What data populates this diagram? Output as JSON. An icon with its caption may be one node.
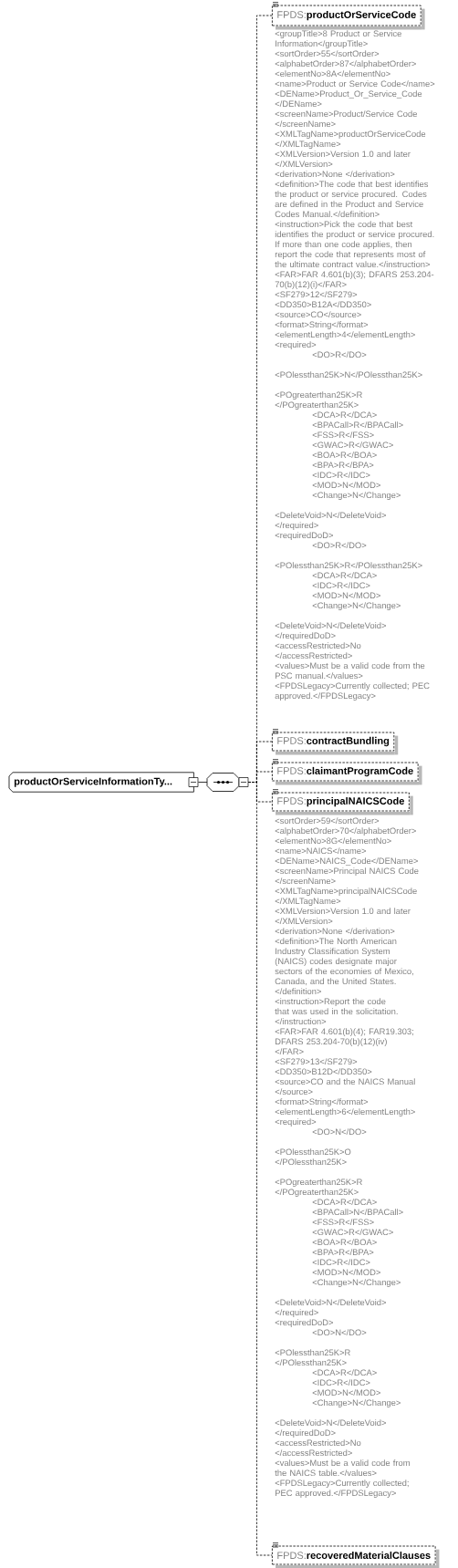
{
  "diagram": {
    "nodes": [
      {
        "text": [
          "productOrServiceInformationTy..."
        ]
      },
      {
        "text": [],
        "shape": "octagon"
      },
      {
        "text": [
          "FPDS:**productOrServiceCode**"
        ],
        "beside": [
          "<groupTitle>8 Product or Service Information</groupTitle>",
          "<sortOrder>55</sortOrder>",
          "<alphabetOrder>87</alphabetOrder>",
          "<elementNo>8A</elementNo>",
          "<name>Product or Service Code</name>",
          "<DEName>Product_Or_Service_Code</DEName>",
          "<screenName>Product/Service Code</screenName>",
          "<XMLTagName>productOrServiceCode</XMLTagName>",
          "<XMLVersion>Version 1.0 and later</XMLVersion>",
          "<derivation>None </derivation>",
          "<definition>The code that best identifies the product or service procured. Codes are defined in the Product and Service Codes Manual.</definition>",
          "<instruction>Pick the code that best identifies the product or service procured. If more than one code applies, then report the code that represents most of the ultimate contract value.</instruction>",
          "<FAR>FAR 4.601(b)(3); DFARS 253.204-70(b)(12)(i)</FAR>",
          "<SF279>12</SF279>",
          "<DD350>B12A</DD350>",
          "<source>CO</source>",
          "<format>String</format>",
          "<elementLength>4</elementLength>",
          "<required>",
          "<DO>R</DO>",
          "<POlessthan25K>N</POlessthan25K>",
          "<POgreaterthan25K>R</POgreaterthan25K>",
          "<DCA>R</DCA>",
          "<BPACall>R</BPACall>",
          "<FSS>R</FSS>",
          "<GWAC>R</GWAC>",
          "<BOA>R</BOA>",
          "<BPA>R</BPA>",
          "<IDC>R</IDC>",
          "<MOD>N</MOD>",
          "<Change>N</Change>",
          "<DeleteVoid>N</DeleteVoid>",
          "</required>",
          "<requiredDoD>",
          "<DO>R</DO>",
          "<POlessthan25K>R</POlessthan25K>",
          "<DCA>R</DCA>",
          "<IDC>R</IDC>",
          "<MOD>N</MOD>",
          "<Change>N</Change>",
          "<DeleteVoid>N</DeleteVoid>",
          "</requiredDoD>",
          "<accessRestricted>No</accessRestricted>",
          "<values>Must be a valid code from the PSC manual.</values>",
          "<FPDSLegacy>Currently collected; PEC approved.</FPDSLegacy>"
        ]
      },
      {
        "text": [
          "FPDS:**contractBundling**"
        ]
      },
      {
        "text": [
          "FPDS:**claimantProgramCode**"
        ]
      },
      {
        "text": [
          "FPDS:**principalNAICSCode**"
        ],
        "beside": [
          "<sortOrder>59</sortOrder>",
          "<alphabetOrder>70</alphabetOrder>",
          "<elementNo>8G</elementNo>",
          "<name>NAICS</name>",
          "<DEName>NAICS_Code</DEName>",
          "<screenName>Principal NAICS Code</screenName>",
          "<XMLTagName>principalNAICSCode</XMLTagName>",
          "<XMLVersion>Version 1.0 and later</XMLVersion>",
          "<derivation>None </derivation>",
          "<definition>The North American Industry Classification System (NAICS) codes designate major sectors of the economies of Mexico, Canada, and the United States.</definition>",
          "<instruction>Report the code that was used in the solicitation.</instruction>",
          "<FAR>FAR 4.601(b)(4); FAR19.303; DFARS 253.204-70(b)(12)(iv) </FAR>",
          "<SF279>13</SF279>",
          "<DD350>B12D</DD350>",
          "<source>CO and the NAICS Manual</source>",
          "<format>String</format>",
          "<elementLength>6</elementLength>",
          "<required>",
          "<DO>N</DO>",
          "<POlessthan25K>O</POlessthan25K>",
          "<POgreaterthan25K>R</POgreaterthan25K>",
          "<DCA>R</DCA>",
          "<BPACall>N</BPACall>",
          "<FSS>R</FSS>",
          "<GWAC>R</GWAC>",
          "<BOA>R</BOA>",
          "<BPA>R</BPA>",
          "<IDC>R</IDC>",
          "<MOD>N</MOD>",
          "<Change>N</Change>",
          "<DeleteVoid>N</DeleteVoid>",
          "</required>",
          "<requiredDoD>",
          "<DO>N</DO>",
          "<POlessthan25K>R</POlessthan25K>",
          "<DCA>R</DCA>",
          "<IDC>R</IDC>",
          "<MOD>N</MOD>",
          "<Change>N</Change>",
          "<DeleteVoid>N</DeleteVoid>",
          "</requiredDoD>",
          "<accessRestricted>No</accessRestricted>",
          "<values>Must be a valid code from the NAICS table.</values>",
          "<FPDSLegacy>Currently collected; PEC approved.</FPDSLegacy>"
        ]
      },
      {
        "text": [
          "FPDS:**recoveredMaterialClauses**"
        ]
      }
    ],
    "edges": [
      {
        "from": 0,
        "to": 1,
        "arrow": "none"
      },
      {
        "from": 1,
        "to": 2,
        "arrow": "none",
        "style": "dashed"
      },
      {
        "from": 1,
        "to": 3,
        "arrow": "none",
        "style": "dashed"
      },
      {
        "from": 1,
        "to": 4,
        "arrow": "none",
        "style": "dashed"
      },
      {
        "from": 1,
        "to": 5,
        "arrow": "none",
        "style": "dashed"
      },
      {
        "from": 1,
        "to": 6,
        "arrow": "none",
        "style": "dashed"
      }
    ]
  }
}
